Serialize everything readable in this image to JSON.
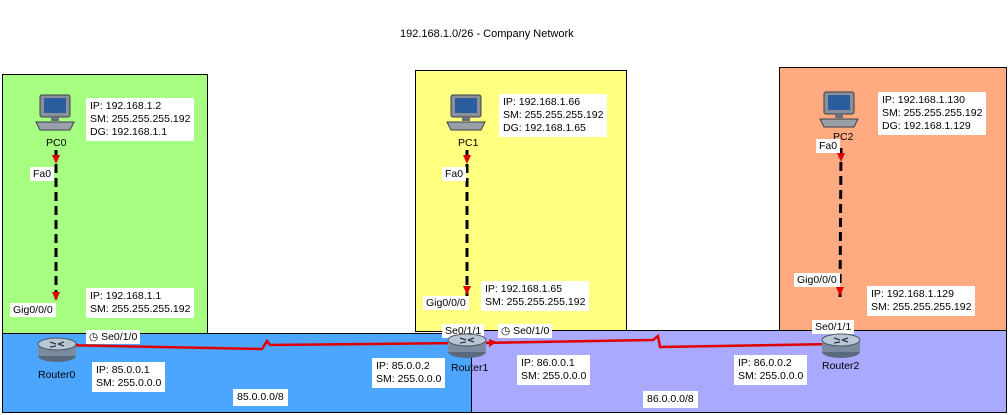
{
  "title": "192.168.1.0/26 - Company Network",
  "colors": {
    "zone_pc0": "#a6ff80",
    "zone_pc1": "#ffff80",
    "zone_pc2": "#ffaa80",
    "net_85": "#4ca6ff",
    "net_86": "#a9a9ff",
    "serial_link": "#e00000",
    "port_marker": "#e00000"
  },
  "pcs": [
    {
      "name": "PC0",
      "ip": "IP: 192.168.1.2",
      "sm": "SM: 255.255.255.192",
      "dg": "DG: 192.168.1.1",
      "port": "Fa0"
    },
    {
      "name": "PC1",
      "ip": "IP: 192.168.1.66",
      "sm": "SM: 255.255.255.192",
      "dg": "DG: 192.168.1.65",
      "port": "Fa0"
    },
    {
      "name": "PC2",
      "ip": "IP: 192.168.1.130",
      "sm": "SM: 255.255.255.192",
      "dg": "DG: 192.168.1.129",
      "port": "Fa0"
    }
  ],
  "routers": [
    {
      "name": "Router0",
      "lan_port": "Gig0/0/0",
      "lan_ip": "IP: 192.168.1.1",
      "lan_sm": "SM: 255.255.255.192",
      "serial_port": "Se0/1/0",
      "wan_ip": "IP: 85.0.0.1",
      "wan_sm": "SM: 255.0.0.0"
    },
    {
      "name": "Router1",
      "lan_port": "Gig0/0/0",
      "lan_ip": "IP: 192.168.1.65",
      "lan_sm": "SM: 255.255.255.192",
      "serial_port_a": "Se0/1/1",
      "serial_port_b": "Se0/1/0",
      "wan_a_ip": "IP: 85.0.0.2",
      "wan_a_sm": "SM: 255.0.0.0",
      "wan_b_ip": "IP: 86.0.0.1",
      "wan_b_sm": "SM: 255.0.0.0"
    },
    {
      "name": "Router2",
      "lan_port": "Gig0/0/0",
      "lan_ip": "IP: 192.168.1.129",
      "lan_sm": "SM: 255.255.255.192",
      "serial_port": "Se0/1/1",
      "wan_ip": "IP: 86.0.0.2",
      "wan_sm": "SM: 255.0.0.0"
    }
  ],
  "networks": [
    {
      "label": "85.0.0.0/8"
    },
    {
      "label": "86.0.0.0/8"
    }
  ]
}
